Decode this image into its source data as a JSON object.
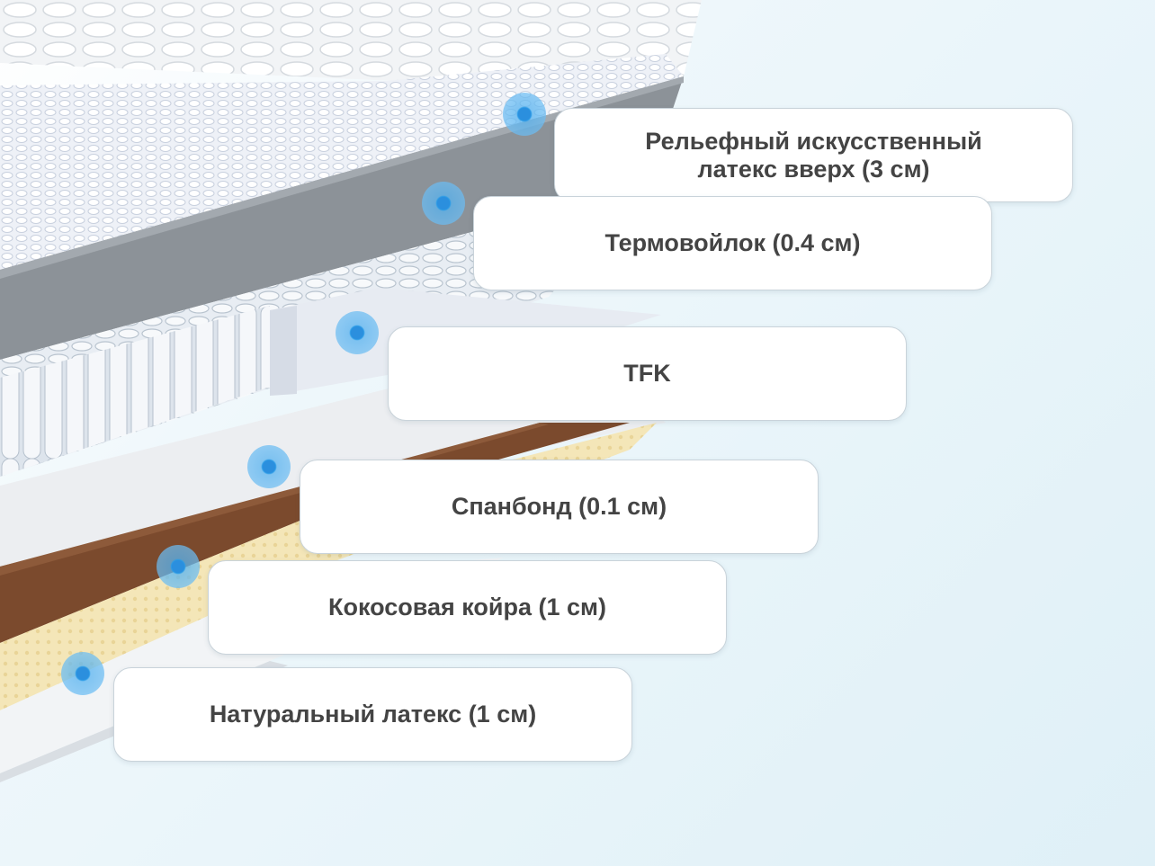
{
  "layers": [
    {
      "id": "layer-1",
      "label": "Рельефный искусственный\nлатекс вверх (3 см)"
    },
    {
      "id": "layer-2",
      "label": "Термовойлок (0.4 см)"
    },
    {
      "id": "layer-3",
      "label": "TFK"
    },
    {
      "id": "layer-4",
      "label": "Спанбонд (0.1 см)"
    },
    {
      "id": "layer-5",
      "label": "Кокосовая койра (1 см)"
    },
    {
      "id": "layer-6",
      "label": "Натуральный латекс (1 см)"
    }
  ],
  "colors": {
    "marker": "#2b8fde",
    "card_text": "#444444",
    "coir": "#7a4a2e",
    "latex": "#f3e3b0",
    "felt": "#8a9096"
  },
  "illustration": "mattress-layers-icon"
}
